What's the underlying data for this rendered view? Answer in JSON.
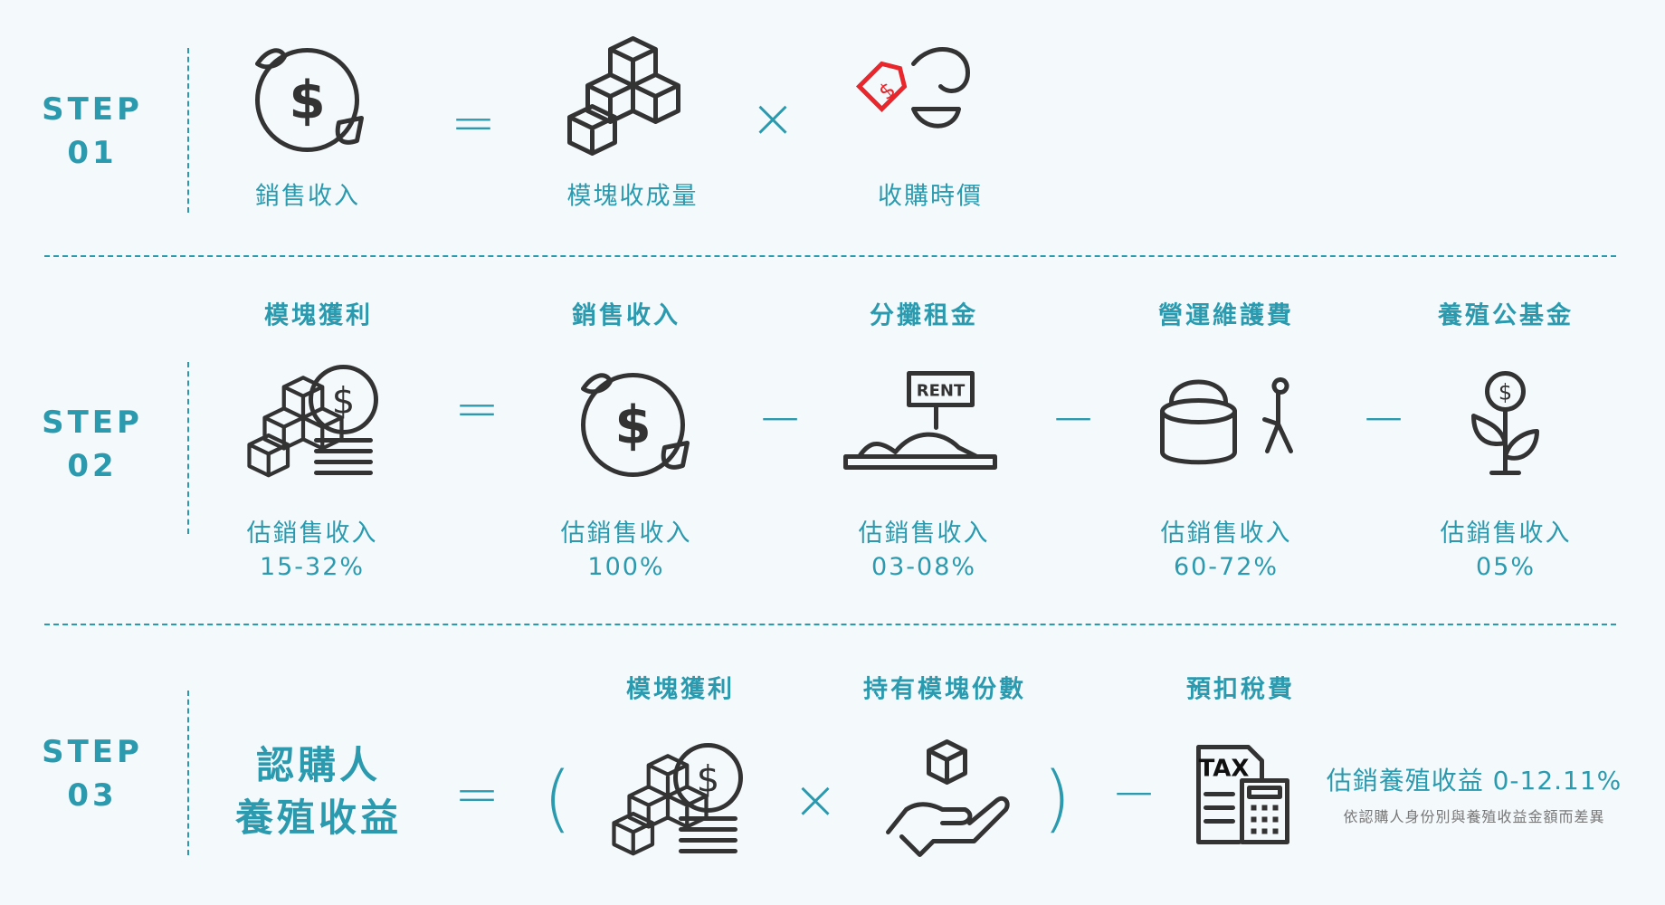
{
  "colors": {
    "accent": "#2b9aae",
    "icon": "#333333",
    "background": "#f4f9fc",
    "tag": "#e8262b"
  },
  "step1": {
    "step": "STEP",
    "num": "01",
    "items": [
      {
        "label": "銷售收入",
        "icon": "shrimp-coin-icon"
      },
      {
        "label": "模塊收成量",
        "icon": "cubes-icon"
      },
      {
        "label": "收購時價",
        "icon": "price-tag-shrimp-icon"
      }
    ],
    "ops": [
      "=",
      "×"
    ]
  },
  "step2": {
    "step": "STEP",
    "num": "02",
    "items": [
      {
        "title": "模塊獲利",
        "label": "估銷售收入",
        "pct": "15-32%",
        "icon": "cubes-coin-icon"
      },
      {
        "title": "銷售收入",
        "label": "估銷售收入",
        "pct": "100%",
        "icon": "shrimp-coin-icon"
      },
      {
        "title": "分攤租金",
        "label": "估銷售收入",
        "pct": "03-08%",
        "icon": "rent-sign-icon"
      },
      {
        "title": "營運維護費",
        "label": "估銷售收入",
        "pct": "60-72%",
        "icon": "tank-worker-icon"
      },
      {
        "title": "養殖公基金",
        "label": "估銷售收入",
        "pct": "05%",
        "icon": "money-plant-icon"
      }
    ],
    "ops": [
      "=",
      "−",
      "−",
      "−"
    ]
  },
  "step3": {
    "step": "STEP",
    "num": "03",
    "result_line1": "認購人",
    "result_line2": "養殖收益",
    "items": [
      {
        "title": "模塊獲利",
        "icon": "cubes-coin-icon"
      },
      {
        "title": "持有模塊份數",
        "icon": "hand-cube-icon"
      },
      {
        "title": "預扣稅費",
        "icon": "tax-calculator-icon",
        "tax_text": "TAX"
      }
    ],
    "ops": [
      "=",
      "(",
      "×",
      ")",
      "−"
    ],
    "estimate": "估銷養殖收益 0-12.11%",
    "note": "依認購人身份別與養殖收益金額而差異"
  }
}
